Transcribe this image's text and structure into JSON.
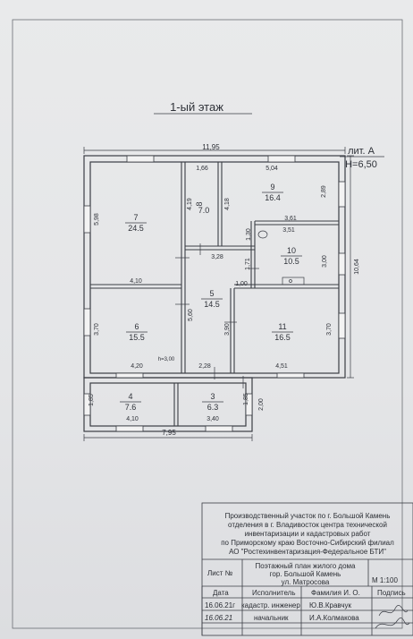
{
  "header": {
    "floor_title": "1-ый этаж",
    "letter": "лит. А",
    "height": "H=6,50"
  },
  "plan": {
    "dims": {
      "top_total": "11,95",
      "left_top": "5,98",
      "d_1_66": "1,66",
      "d_5_04": "5,04",
      "d_4_19": "4,19",
      "d_4_18": "4,18",
      "d_2_89": "2,89",
      "d_3_61": "3,61",
      "d_3_51": "3,51",
      "d_1_30": "1,30",
      "d_3_28": "3,28",
      "d_1_71": "1,71",
      "d_3_00": "3,00",
      "right_total": "10,64",
      "d_4_10_top": "4,10",
      "d_1_00": "1,00",
      "d_5_60": "5,60",
      "d_3_70_left": "3,70",
      "d_3_90": "3,90",
      "d_3_70_right": "3,70",
      "ceiling": "h=3,00",
      "d_4_20": "4,20",
      "d_2_28": "2,28",
      "d_4_51": "4,51",
      "d_1_85_left": "1,85",
      "d_1_85_right": "1,85",
      "d_2_00": "2,00",
      "d_4_10_bottom": "4,10",
      "d_3_40": "3,40",
      "bottom_total": "7,95"
    },
    "rooms": [
      {
        "num": "7",
        "area": "24.5"
      },
      {
        "num": "8",
        "area": "7.0"
      },
      {
        "num": "9",
        "area": "16.4"
      },
      {
        "num": "10",
        "area": "10.5"
      },
      {
        "num": "5",
        "area": "14.5"
      },
      {
        "num": "6",
        "area": "15.5"
      },
      {
        "num": "11",
        "area": "16.5"
      },
      {
        "num": "4",
        "area": "7.6"
      },
      {
        "num": "3",
        "area": "6.3"
      }
    ]
  },
  "stamp": {
    "org_line1": "Производственный участок по г. Большой Камень",
    "org_line2": "отделения в г. Владивосток центра технической",
    "org_line3": "инвентаризации и кадастровых работ",
    "org_line4": "по Приморскому краю Восточно-Сибирский филиал",
    "org_line5": "АО \"Ростехинвентаризация-Федеральное БТИ\"",
    "sheet_label": "Лист №",
    "doc_line1": "Поэтажный план жилого дома",
    "doc_line2": "гор. Большой Камень",
    "doc_line3": "ул. Матросова",
    "scale": "М 1:100",
    "col_date": "Дата",
    "col_role": "Исполнитель",
    "col_name": "Фамилия И. О.",
    "col_sign": "Подпись",
    "row1_date": "16.06.21г",
    "row1_role": "кадастр. инженер",
    "row1_name": "Ю.В.Кравчук",
    "row2_date": "16.06.21",
    "row2_role": "начальник",
    "row2_name": "И.А.Колмакова"
  }
}
